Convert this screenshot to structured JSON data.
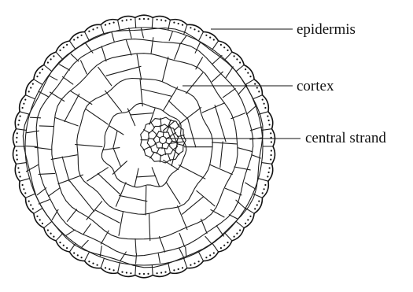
{
  "labels": {
    "epidermis": "epidermis",
    "cortex": "cortex",
    "central_strand": "central strand"
  }
}
